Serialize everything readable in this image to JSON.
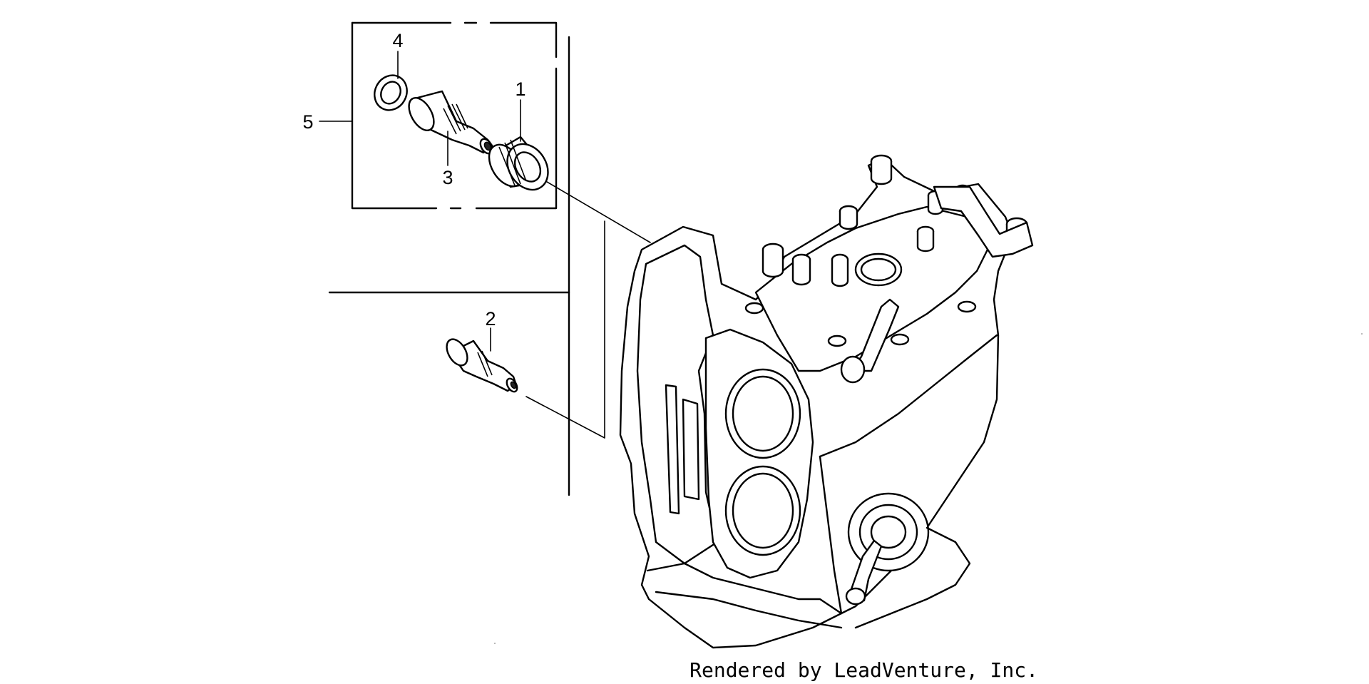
{
  "diagram": {
    "callouts": [
      {
        "id": "1",
        "label": "1"
      },
      {
        "id": "2",
        "label": "2"
      },
      {
        "id": "3",
        "label": "3"
      },
      {
        "id": "4",
        "label": "4"
      },
      {
        "id": "5",
        "label": "5"
      }
    ],
    "credit": "Rendered by LeadVenture, Inc."
  }
}
